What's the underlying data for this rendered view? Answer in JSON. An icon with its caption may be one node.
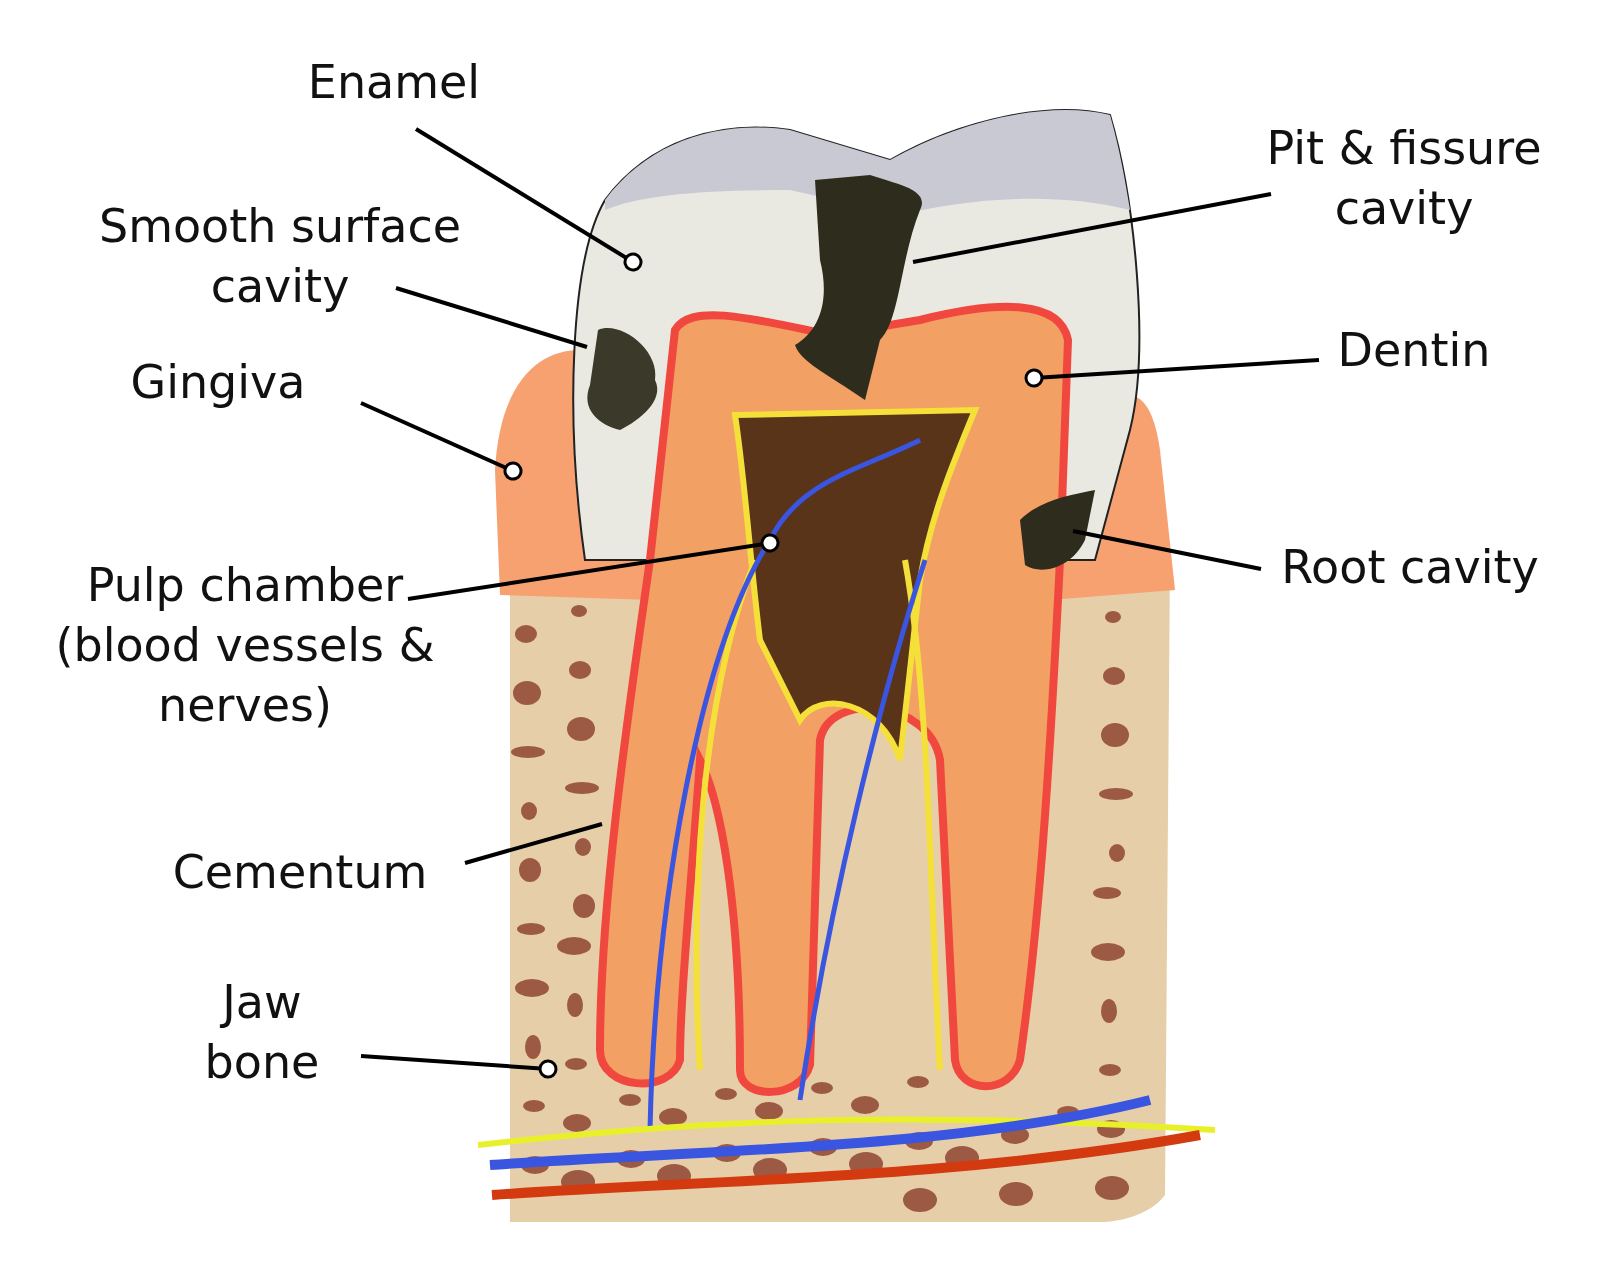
{
  "diagram": {
    "nodes": [
      {
        "text": [
          "Enamel"
        ]
      },
      {
        "text": [
          "Pit & fissure cavity"
        ]
      },
      {
        "text": [
          "Smooth surface cavity"
        ]
      },
      {
        "text": [
          "Dentin"
        ]
      },
      {
        "text": [
          "Gingiva"
        ]
      },
      {
        "text": [
          "Root cavity"
        ]
      },
      {
        "text": [
          "Pulp chamber (blood vessels & nerves)"
        ]
      },
      {
        "text": [
          "Cementum"
        ]
      },
      {
        "text": [
          "Jaw bone"
        ]
      }
    ],
    "edges": [
      {
        "from": 0,
        "to": null,
        "arrow": "other"
      },
      {
        "from": 1,
        "to": null,
        "arrow": "none"
      },
      {
        "from": 2,
        "to": null,
        "arrow": "none"
      },
      {
        "from": 3,
        "to": null,
        "arrow": "other"
      },
      {
        "from": 4,
        "to": null,
        "arrow": "other"
      },
      {
        "from": 5,
        "to": null,
        "arrow": "none"
      },
      {
        "from": 6,
        "to": null,
        "arrow": "other"
      },
      {
        "from": 7,
        "to": null,
        "arrow": "none"
      },
      {
        "from": 8,
        "to": null,
        "arrow": "other"
      }
    ]
  }
}
